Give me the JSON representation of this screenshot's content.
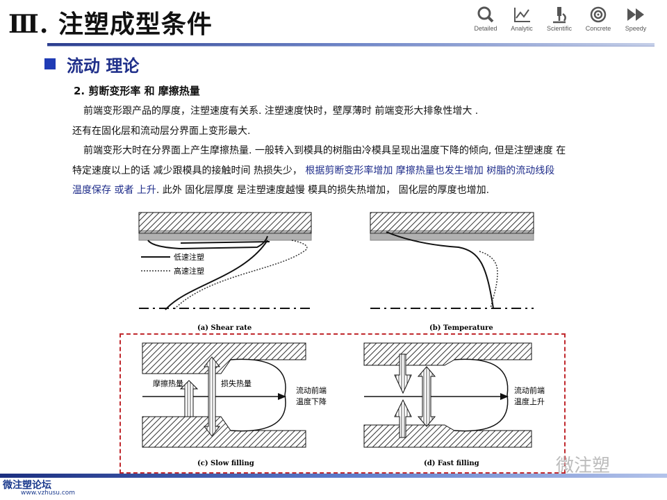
{
  "header": {
    "title": "Ⅲ.  注塑成型条件",
    "nav": [
      {
        "label": "Detailed",
        "icon": "magnifier-icon"
      },
      {
        "label": "Analytic",
        "icon": "line-chart-icon"
      },
      {
        "label": "Scientific",
        "icon": "microscope-icon"
      },
      {
        "label": "Concrete",
        "icon": "target-icon"
      },
      {
        "label": "Speedy",
        "icon": "fast-forward-icon"
      }
    ],
    "accent": "#1f3bb5"
  },
  "section": {
    "title": "流动  理论"
  },
  "subheading": "2.  剪断变形率 和  摩擦热量",
  "paragraphs": {
    "p1": "前端变形跟产品的厚度，注塑速度有关系. 注塑速度快时，壁厚薄时 前端变形大排象性增大 .",
    "p2": "还有在固化层和流动层分界面上变形最大.",
    "p3": "前端变形大时在分界面上产生摩擦热量. 一般转入到模具的树脂由冷模具呈现出温度下降的倾向, 但是注塑速度  在",
    "p4a": "特定速度以上的话  减少跟模具的接触时间  热损失少，",
    "p4b": "  根据剪断变形率增加  摩擦热量也发生增加  树脂的流动线段",
    "p5a": "温度保存  或者  上升",
    "p5b": ". 此外  固化层厚度  是注塑速度越慢  模具的损失热增加，  固化层的厚度也增加."
  },
  "diagrams": {
    "a_caption": "(a) Shear rate",
    "b_caption": "(b) Temperature",
    "c_caption": "(c) Slow filling",
    "d_caption": "(d) Fast filling",
    "legend_low": "低速注塑",
    "legend_high": "高速注塑",
    "c_friction": "摩擦热量",
    "c_loss": "损失热量",
    "c_front_1": "流动前端",
    "c_front_2": "温度下降",
    "d_front_1": "流动前端",
    "d_front_2": "温度上升",
    "box_color": "#c0282d"
  },
  "footer": {
    "logo": "微注塑论坛",
    "url": "www.vzhusu.com",
    "watermark": "微注塑"
  }
}
